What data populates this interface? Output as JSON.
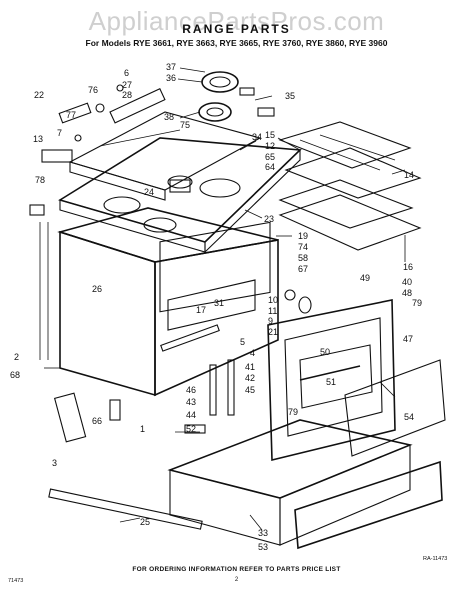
{
  "watermark": "AppliancePartsPros.com",
  "title": "RANGE PARTS",
  "models": "For Models RYE 3661, RYE 3663, RYE 3665, RYE 3760, RYE 3860, RYE 3960",
  "footer": "FOR ORDERING INFORMATION REFER TO PARTS PRICE LIST",
  "fig_code_left": "71473",
  "fig_code_right": "RA-11473",
  "page_number": "2",
  "callouts": [
    "6",
    "37",
    "36",
    "27",
    "28",
    "22",
    "76",
    "77",
    "35",
    "38",
    "75",
    "13",
    "7",
    "34",
    "15",
    "12",
    "65",
    "64",
    "14",
    "78",
    "24",
    "23",
    "19",
    "74",
    "58",
    "67",
    "26",
    "16",
    "49",
    "40",
    "48",
    "79",
    "10",
    "11",
    "9",
    "21",
    "17",
    "31",
    "5",
    "4",
    "50",
    "47",
    "2",
    "68",
    "41",
    "42",
    "45",
    "46",
    "43",
    "44",
    "51",
    "52",
    "79",
    "54",
    "66",
    "1",
    "3",
    "25",
    "33",
    "53"
  ]
}
